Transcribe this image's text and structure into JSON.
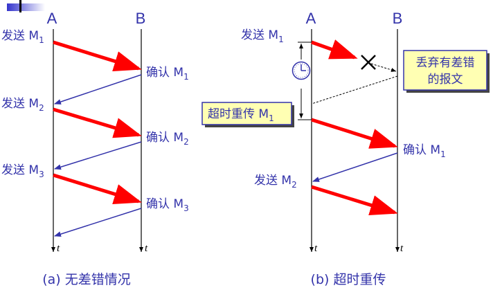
{
  "diagram_a": {
    "node_a": "A",
    "node_b": "B",
    "time": "t",
    "send": "发送 M",
    "ack": "确认 M",
    "messages": [
      "1",
      "2",
      "3"
    ],
    "caption": "(a) 无差错情况"
  },
  "diagram_b": {
    "node_a": "A",
    "node_b": "B",
    "time": "t",
    "send_m1": "发送 M",
    "send_m1_sub": "1",
    "discard_line1": "丢弃有差错",
    "discard_line2": "的报文",
    "timeout": "超时重传 M",
    "timeout_sub": "1",
    "ack_m1": "确认 M",
    "ack_m1_sub": "1",
    "send_m2": "发送 M",
    "send_m2_sub": "2",
    "caption": "(b) 超时重传"
  },
  "colors": {
    "data": "#ff0000",
    "ack": "#3333aa",
    "label": "#3333aa",
    "box": "#ffffb3"
  }
}
